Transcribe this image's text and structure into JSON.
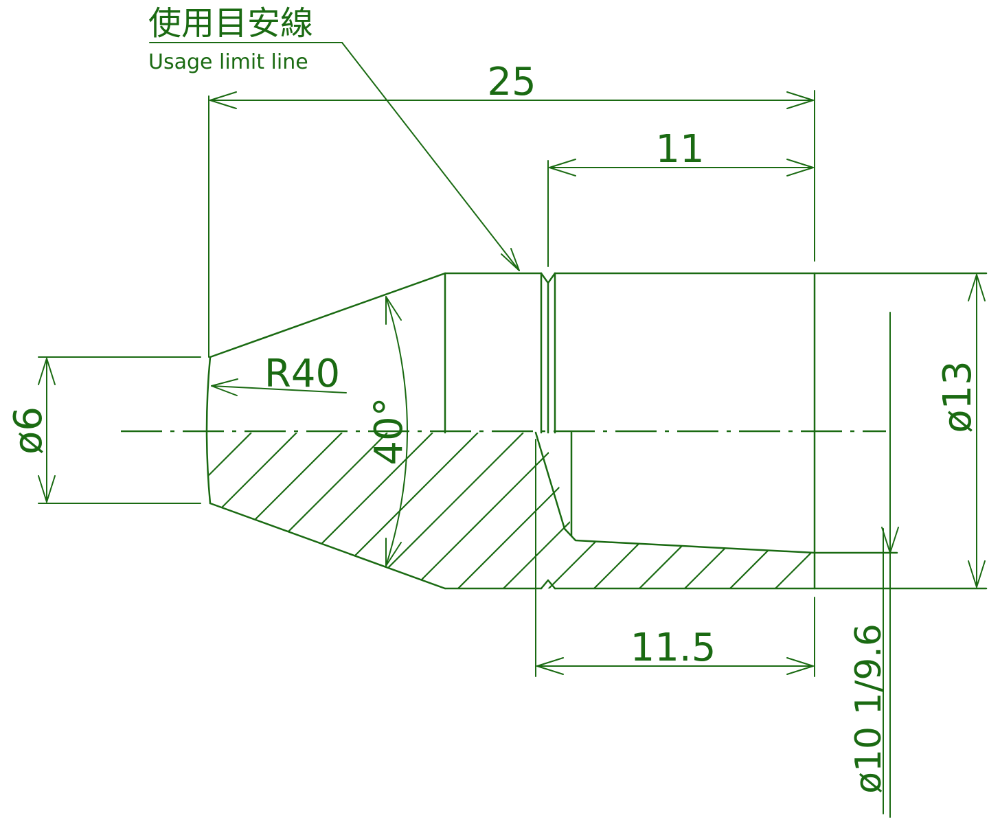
{
  "annotations": {
    "usage_limit_jp": "使用目安線",
    "usage_limit_en": "Usage limit line"
  },
  "dimensions": {
    "overall_length": "25",
    "thread_length": "11",
    "bore_depth": "11.5",
    "radius": "R40",
    "angle": "40°",
    "tip_diameter": "ø6",
    "outer_diameter": "ø13",
    "bore_diameter": "ø10 1/9.6"
  },
  "colors": {
    "line": "#1a6a12",
    "background": "#ffffff"
  }
}
